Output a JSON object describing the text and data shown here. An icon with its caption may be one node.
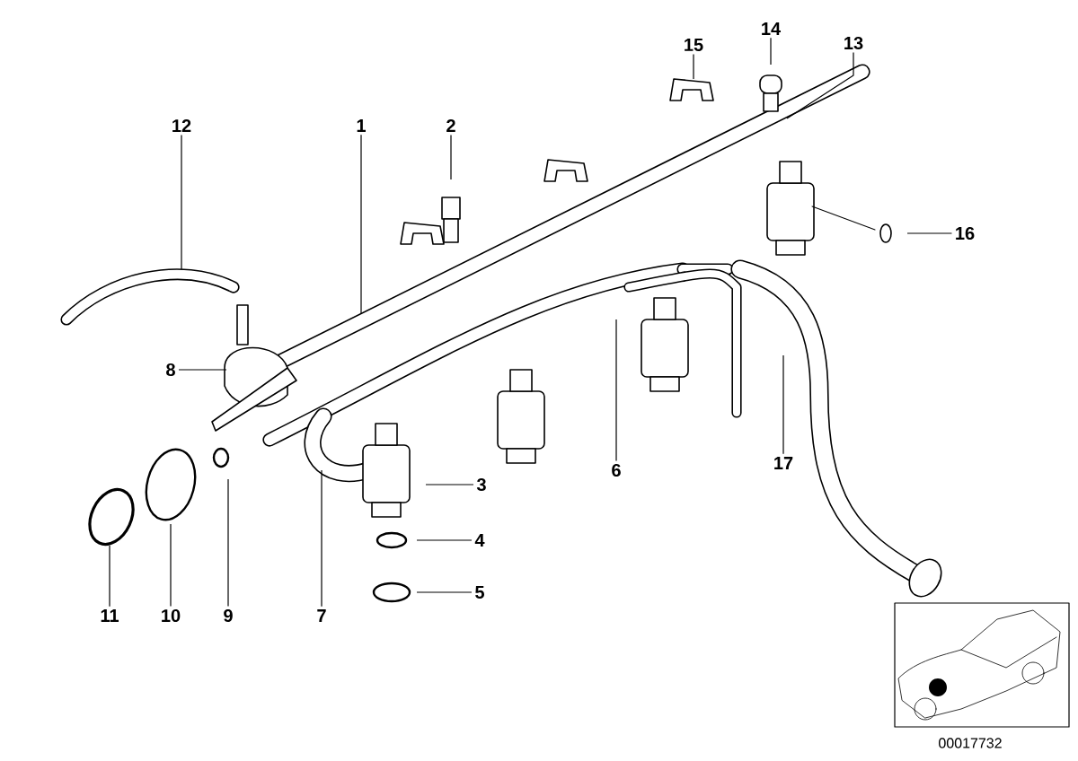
{
  "diagram": {
    "nodes": [
      {
        "text": [
          "1"
        ]
      },
      {
        "text": [
          "2"
        ]
      },
      {
        "text": [
          "3"
        ]
      },
      {
        "text": [
          "4"
        ]
      },
      {
        "text": [
          "5"
        ]
      },
      {
        "text": [
          "6"
        ]
      },
      {
        "text": [
          "7"
        ]
      },
      {
        "text": [
          "8"
        ]
      },
      {
        "text": [
          "9"
        ]
      },
      {
        "text": [
          "10"
        ]
      },
      {
        "text": [
          "11"
        ]
      },
      {
        "text": [
          "12"
        ]
      },
      {
        "text": [
          "13"
        ]
      },
      {
        "text": [
          "14"
        ]
      },
      {
        "text": [
          "15"
        ]
      },
      {
        "text": [
          "16"
        ]
      },
      {
        "text": [
          "17"
        ]
      }
    ],
    "edges": [
      {
        "from": 0,
        "to": null,
        "arrow": "none"
      },
      {
        "from": 1,
        "to": null,
        "arrow": "none"
      },
      {
        "from": 2,
        "to": null,
        "arrow": "none"
      },
      {
        "from": 3,
        "to": null,
        "arrow": "none"
      },
      {
        "from": 4,
        "to": null,
        "arrow": "none"
      },
      {
        "from": 5,
        "to": null,
        "arrow": "none"
      },
      {
        "from": 6,
        "to": null,
        "arrow": "none"
      },
      {
        "from": 7,
        "to": null,
        "arrow": "none"
      },
      {
        "from": 8,
        "to": null,
        "arrow": "none"
      },
      {
        "from": 9,
        "to": null,
        "arrow": "none"
      },
      {
        "from": 10,
        "to": null,
        "arrow": "none"
      },
      {
        "from": 11,
        "to": null,
        "arrow": "none"
      },
      {
        "from": 12,
        "to": null,
        "arrow": "none"
      },
      {
        "from": 13,
        "to": null,
        "arrow": "none"
      },
      {
        "from": 14,
        "to": null,
        "arrow": "none"
      },
      {
        "from": 15,
        "to": null,
        "arrow": "none"
      },
      {
        "from": 16,
        "to": null,
        "arrow": "none"
      }
    ],
    "labels": [
      "00017732"
    ]
  }
}
